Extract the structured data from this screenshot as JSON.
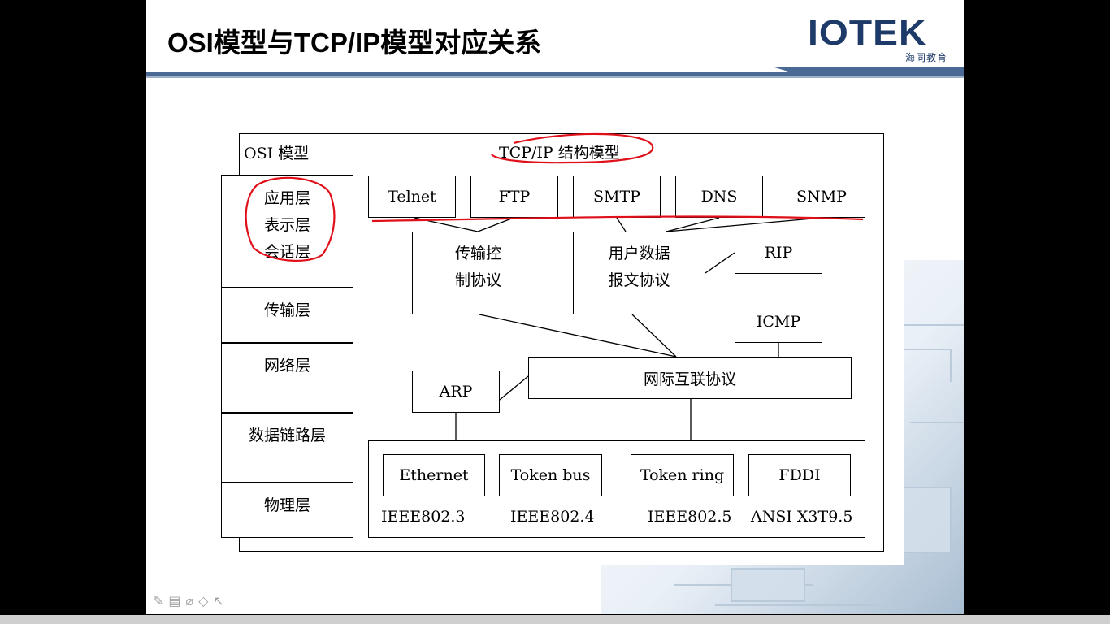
{
  "slide": {
    "title": "OSI模型与TCP/IP模型对应关系",
    "logo": {
      "name": "IOTEK",
      "sub": "海同教育"
    }
  },
  "diagram": {
    "osi_label": "OSI 模型",
    "tcpip_label": "TCP/IP 结构模型",
    "osi_layers": {
      "top": [
        "应用层",
        "表示层",
        "会话层"
      ],
      "transport": "传输层",
      "network": "网络层",
      "datalink": "数据链路层",
      "physical": "物理层"
    },
    "app_protocols": [
      "Telnet",
      "FTP",
      "SMTP",
      "DNS",
      "SNMP"
    ],
    "tcp": [
      "传输控",
      "制协议"
    ],
    "udp": [
      "用户数据",
      "报文协议"
    ],
    "rip": "RIP",
    "icmp": "ICMP",
    "ip": "网际互联协议",
    "arp": "ARP",
    "link": [
      {
        "name": "Ethernet",
        "standard": "IEEE802.3"
      },
      {
        "name": "Token bus",
        "standard": "IEEE802.4"
      },
      {
        "name": "Token ring",
        "standard": "IEEE802.5"
      },
      {
        "name": "FDDI",
        "standard": "ANSI X3T9.5"
      }
    ]
  },
  "colors": {
    "annotation": "#e0101a",
    "header_bar": "#4a6a95",
    "brand": "#1e3a68"
  },
  "toolbar_icons": [
    "pen-icon",
    "screen-icon",
    "eraser-icon",
    "highlighter-icon",
    "pointer-icon"
  ]
}
